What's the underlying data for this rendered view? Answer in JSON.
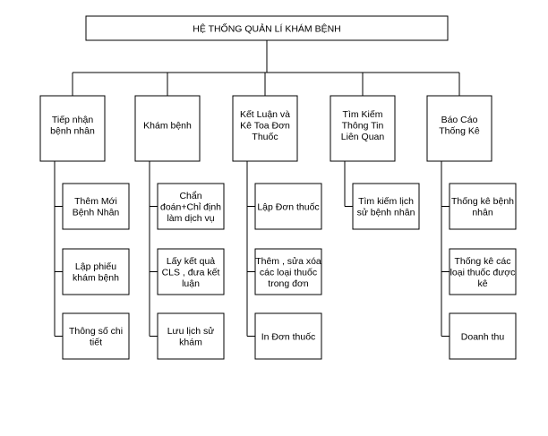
{
  "title": "HỆ THỐNG QUẢN LÍ KHÁM BỆNH",
  "modules": [
    {
      "label": [
        "Tiếp nhận",
        "bệnh nhân"
      ],
      "children": [
        [
          "Thêm Mới",
          "Bệnh Nhân"
        ],
        [
          "Lập phiếu",
          "khám bệnh"
        ],
        [
          "Thông số chi",
          "tiết"
        ]
      ]
    },
    {
      "label": [
        "Khám bệnh"
      ],
      "children": [
        [
          "Chẩn",
          "đoán+Chỉ định",
          "làm dịch vụ"
        ],
        [
          "Lấy kết quả",
          "CLS , đưa kết",
          "luận"
        ],
        [
          "Lưu lịch sử",
          "khám"
        ]
      ]
    },
    {
      "label": [
        "Kết Luận và",
        "Kê Toa Đơn",
        "Thuốc"
      ],
      "children": [
        [
          "Lập Đơn thuốc"
        ],
        [
          "Thêm , sửa xóa",
          "các loại thuốc",
          "trong đơn"
        ],
        [
          "In Đơn thuốc"
        ]
      ]
    },
    {
      "label": [
        "Tìm Kiếm",
        "Thông Tin",
        "Liên Quan"
      ],
      "children": [
        [
          "Tìm kiếm lịch",
          "sử bệnh nhân"
        ]
      ]
    },
    {
      "label": [
        "Báo Cáo",
        "Thống Kê"
      ],
      "children": [
        [
          "Thống kê bệnh",
          "nhân"
        ],
        [
          "Thống kê các",
          "loại thuốc được",
          "kê"
        ],
        [
          "Doanh thu"
        ]
      ]
    }
  ]
}
